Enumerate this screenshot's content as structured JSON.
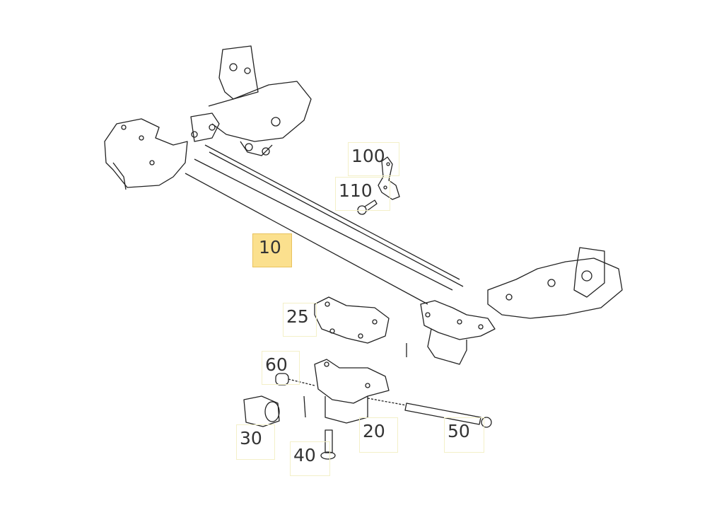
{
  "diagram": {
    "highlight_color": "#fbe08e",
    "callouts": [
      {
        "id": "10",
        "label": "10",
        "highlighted": true
      },
      {
        "id": "100",
        "label": "100",
        "highlighted": false
      },
      {
        "id": "110",
        "label": "110",
        "highlighted": false
      },
      {
        "id": "25",
        "label": "25",
        "highlighted": false
      },
      {
        "id": "60",
        "label": "60",
        "highlighted": false
      },
      {
        "id": "30",
        "label": "30",
        "highlighted": false
      },
      {
        "id": "40",
        "label": "40",
        "highlighted": false
      },
      {
        "id": "20",
        "label": "20",
        "highlighted": false
      },
      {
        "id": "50",
        "label": "50",
        "highlighted": false
      }
    ]
  }
}
